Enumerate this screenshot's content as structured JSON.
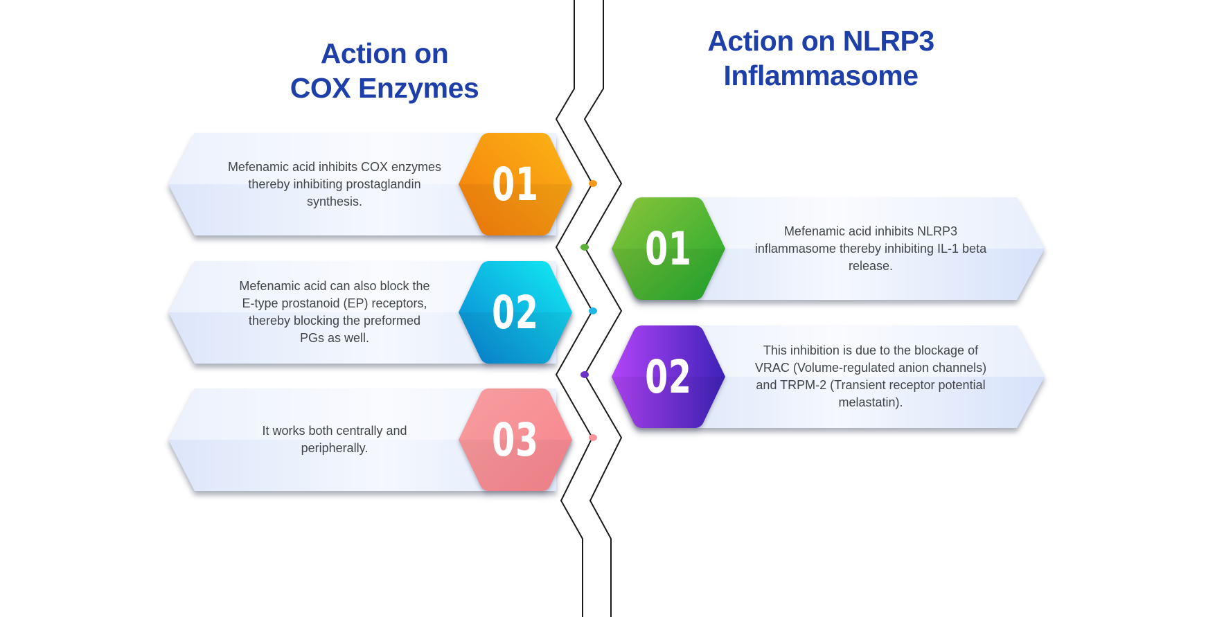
{
  "left_section": {
    "title_lines": [
      "Action on",
      "COX Enzymes"
    ],
    "items": [
      {
        "number": "01",
        "color_start": "#f57a0c",
        "color_end": "#fbb515",
        "text_lines": [
          "Mefenamic acid inhibits COX enzymes",
          "thereby inhibiting prostaglandin",
          "synthesis."
        ]
      },
      {
        "number": "02",
        "color_start": "#0a7ed2",
        "color_end": "#12eef2",
        "text_lines": [
          "Mefenamic acid can also block the",
          "E-type prostanoid (EP) receptors,",
          "thereby blocking the preformed",
          "PGs as well."
        ]
      },
      {
        "number": "03",
        "color_start": "#f79ea0",
        "color_end": "#f7848c",
        "text_lines": [
          "It works both centrally and",
          "peripherally."
        ]
      }
    ]
  },
  "right_section": {
    "title_lines": [
      "Action on NLRP3",
      "Inflammasome"
    ],
    "items": [
      {
        "number": "01",
        "color_start": "#8cc43a",
        "color_end": "#1fa82e",
        "text_lines": [
          "Mefenamic acid inhibits NLRP3",
          "inflammasome thereby inhibiting IL-1 beta",
          "release."
        ]
      },
      {
        "number": "02",
        "color_start": "#b244f8",
        "color_end": "#3d22b8",
        "text_lines": [
          "This inhibition is due to the blockage of",
          "VRAC (Volume-regulated anion channels)",
          "and TRPM-2 (Transient receptor potential",
          "melastatin)."
        ]
      }
    ]
  },
  "connector_dots": [
    "#f39a1e",
    "#5db03a",
    "#1fb8e6",
    "#6a34c8",
    "#f7949a"
  ],
  "colors": {
    "title": "#1f3fa8",
    "text": "#414549",
    "line": "#1a1a1a"
  }
}
